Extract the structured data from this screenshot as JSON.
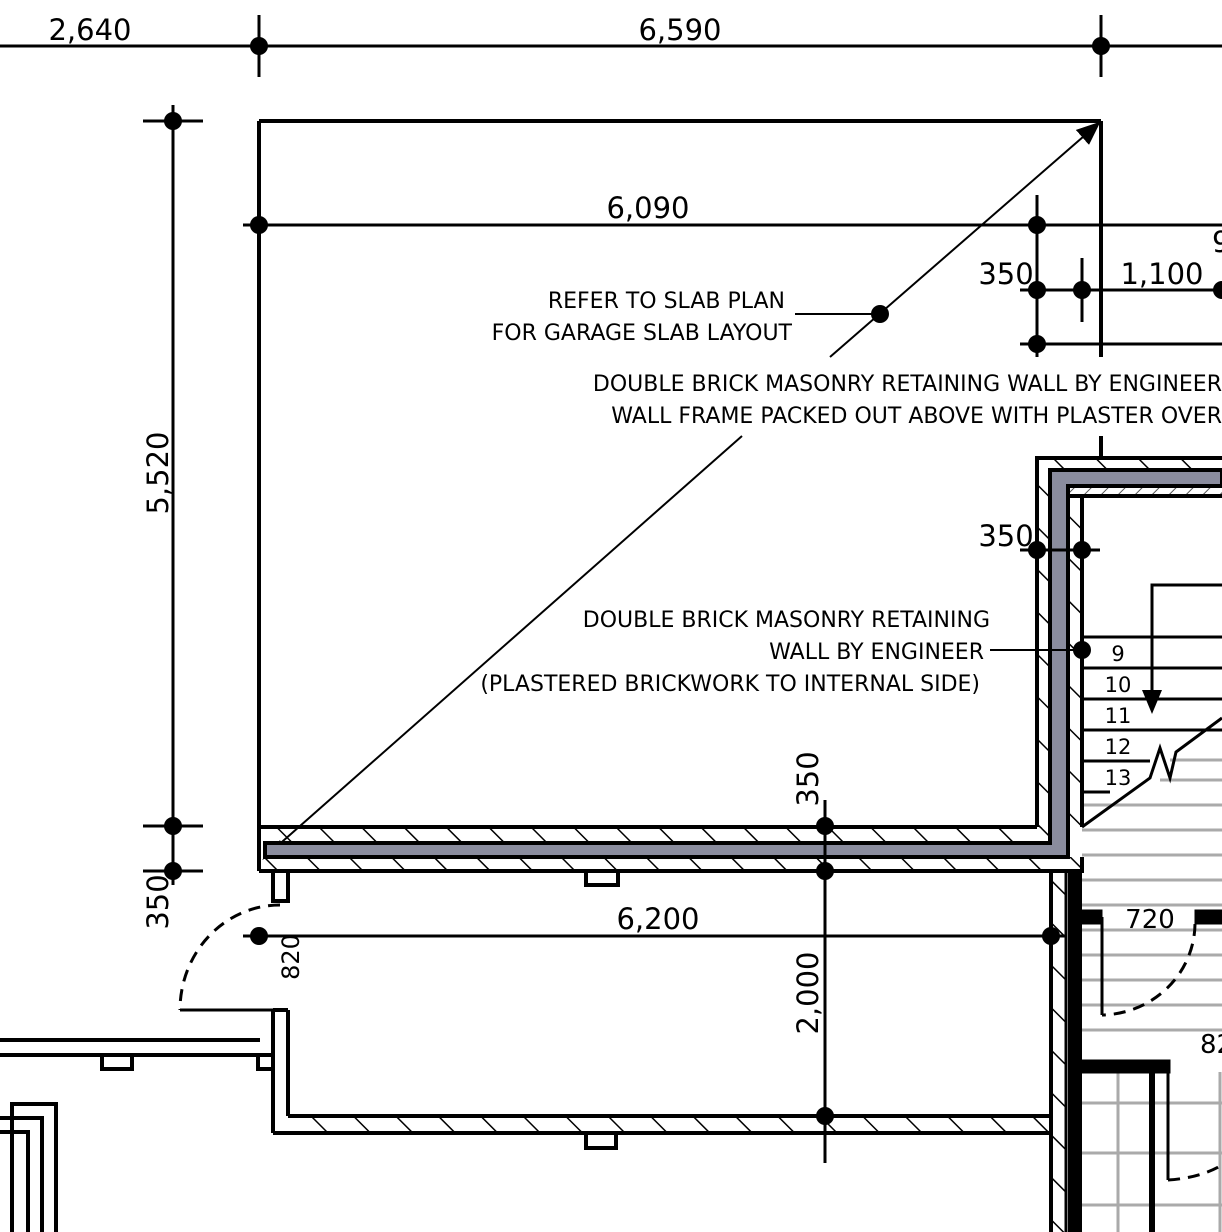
{
  "dimensions": {
    "top_left": "2,640",
    "top_main": "6,590",
    "garage_width": "6,090",
    "garage_depth": "5,520",
    "wall_left": "350",
    "small_350_top": "350",
    "small_1100": "1,100",
    "small_9": "9",
    "wall_350_right": "350",
    "wall_350_bottom": "350",
    "lower_width": "6,200",
    "lower_depth": "2,000",
    "door_820": "820",
    "door_720": "720",
    "door_82": "82"
  },
  "notes": {
    "slab_line1": "REFER TO SLAB PLAN",
    "slab_line2": "FOR GARAGE SLAB LAYOUT",
    "retaining_top_line1": "DOUBLE BRICK MASONRY RETAINING WALL BY ENGINEER",
    "retaining_top_line2": "WALL FRAME PACKED OUT ABOVE WITH PLASTER OVER",
    "retaining_mid_line1": "DOUBLE BRICK MASONRY RETAINING",
    "retaining_mid_line2": "WALL BY ENGINEER",
    "retaining_mid_line3": "(PLASTERED BRICKWORK TO INTERNAL SIDE)"
  },
  "stairs": [
    "9",
    "10",
    "11",
    "12",
    "13"
  ],
  "colors": {
    "retaining_wall_fill": "#8a8c9e",
    "floor_grid": "#aaaaaa"
  }
}
